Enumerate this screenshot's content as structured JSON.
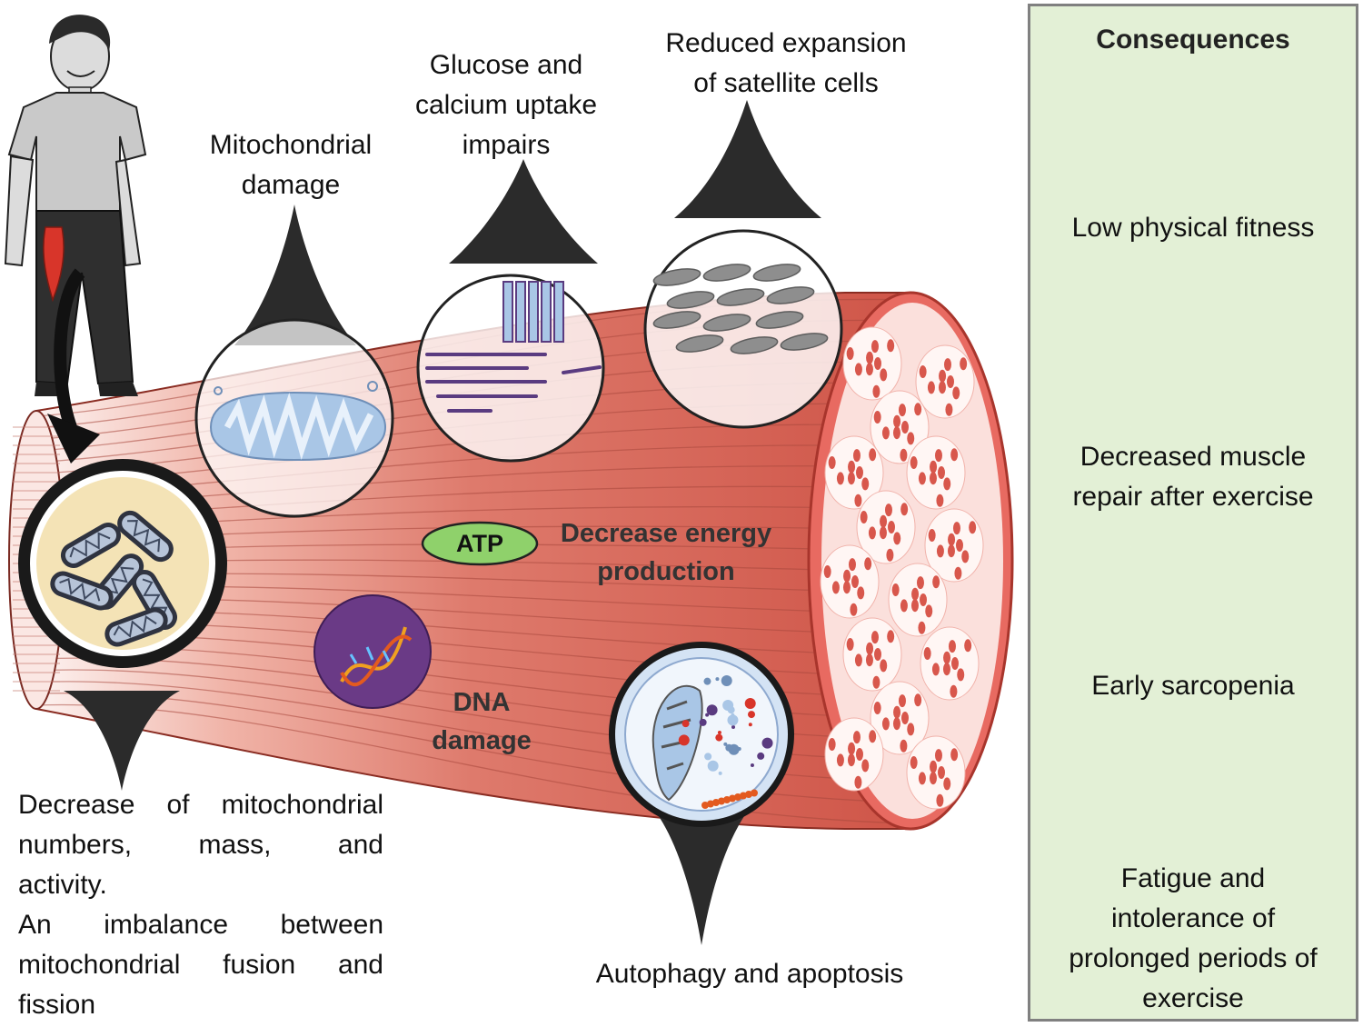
{
  "labels": {
    "mito_damage": [
      "Mitochondrial",
      "damage"
    ],
    "glucose": [
      "Glucose and",
      "calcium uptake",
      "impairs"
    ],
    "satellite": [
      "Reduced expansion",
      "of satellite cells"
    ],
    "atp_badge": "ATP",
    "energy": [
      "Decrease energy",
      "production"
    ],
    "dna": [
      "DNA",
      "damage"
    ],
    "autophagy": "Autophagy and apoptosis",
    "decrease_lines": [
      "Decrease of mitochondrial",
      "numbers, mass, and",
      "activity."
    ],
    "imbalance_lines": [
      "An imbalance between",
      "mitochondrial fusion and",
      "fission"
    ]
  },
  "consequences": {
    "title": "Consequences",
    "items": [
      {
        "label": [
          "Low physical fitness"
        ],
        "icon": "dumbbell-and-gym-machine-icon"
      },
      {
        "label": [
          "Decreased muscle",
          "repair after exercise"
        ],
        "icon": "running-muscle-figure-icon"
      },
      {
        "label": [
          "Early sarcopenia"
        ],
        "icon": "thigh-cross-section-icon"
      },
      {
        "label": [
          "Fatigue and",
          "intolerance of",
          "prolonged periods of",
          "exercise"
        ],
        "icon": "hip-pain-icon"
      }
    ]
  },
  "colors": {
    "muscle": "#d45a4e",
    "muscle_light": "#f4c3b8",
    "panel_bg": "#e3f0d6",
    "panel_border": "#808080",
    "atp_fill": "#8fd16b",
    "nucleus": "#6a3a86",
    "mito_fill": "#f3e2b5",
    "dark_pointer": "#2b2b2b"
  }
}
